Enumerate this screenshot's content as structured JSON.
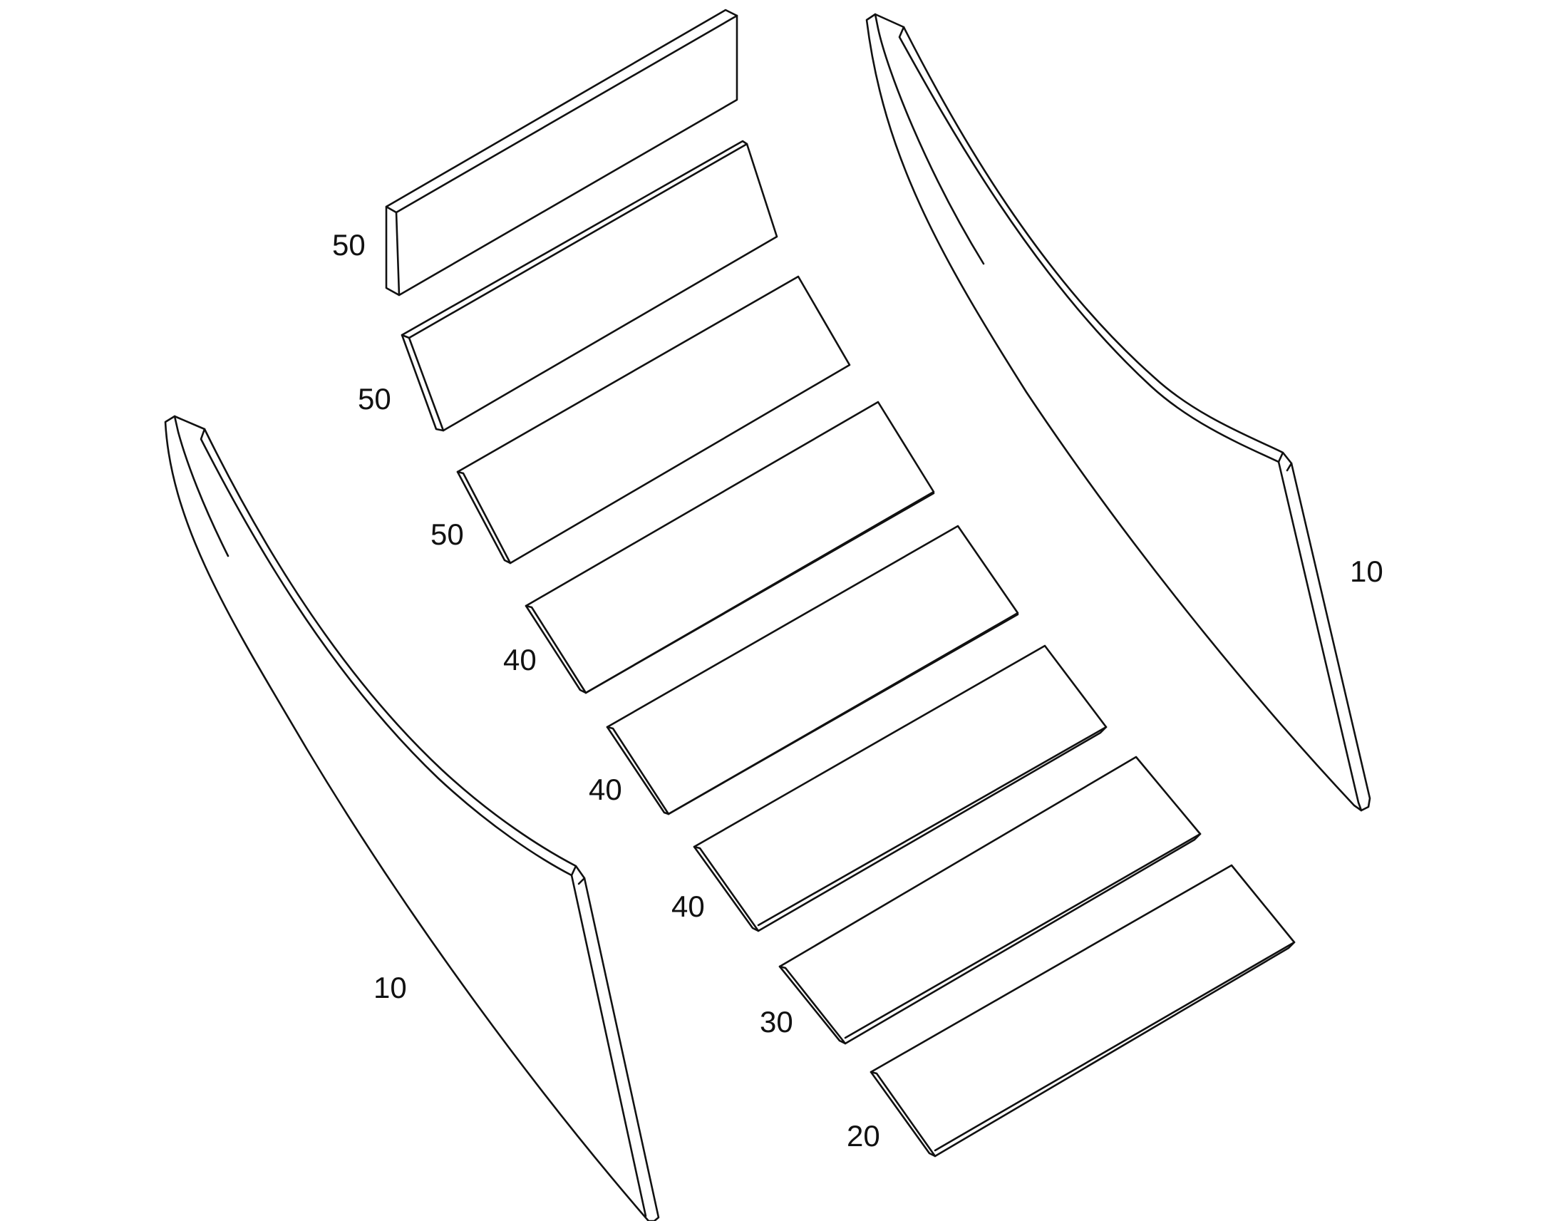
{
  "figure": {
    "parts": [
      {
        "id": "side-panel-left",
        "label": "10"
      },
      {
        "id": "side-panel-right",
        "label": "10"
      },
      {
        "id": "slat-1",
        "label": "50"
      },
      {
        "id": "slat-2",
        "label": "50"
      },
      {
        "id": "slat-3",
        "label": "50"
      },
      {
        "id": "slat-4",
        "label": "40"
      },
      {
        "id": "slat-5",
        "label": "40"
      },
      {
        "id": "slat-6",
        "label": "40"
      },
      {
        "id": "slat-7",
        "label": "30"
      },
      {
        "id": "slat-8",
        "label": "20"
      }
    ],
    "colors": {
      "line": "#111111",
      "background": "#ffffff"
    }
  }
}
